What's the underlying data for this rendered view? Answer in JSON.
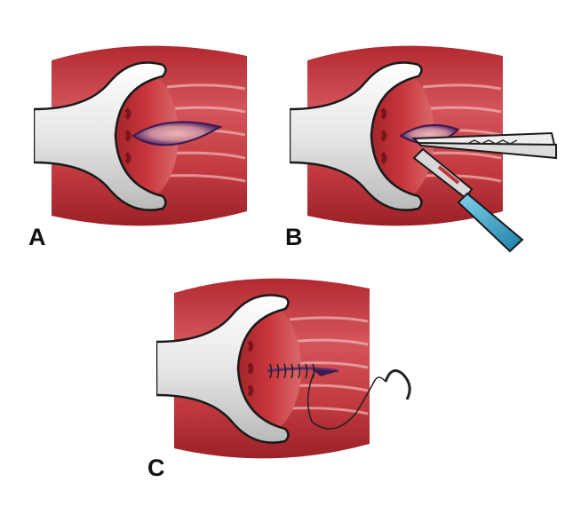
{
  "panels": [
    {
      "label": "A"
    },
    {
      "label": "B"
    },
    {
      "label": "C"
    }
  ],
  "colors": {
    "tissue": "#c9363c",
    "tissue_dark": "#8e1c22",
    "tissue_light": "#e7a1a0",
    "wound": "#5a2c6e",
    "retractor": "#e8e8e8",
    "retractor_edge": "#1a1a1a",
    "scalpel_handle": "#3aa6cf",
    "forceps": "#d9d9d9",
    "suture": "#222222"
  },
  "icons": [
    "retractor-icon",
    "forceps-icon",
    "scalpel-icon",
    "suture-needle-icon"
  ]
}
